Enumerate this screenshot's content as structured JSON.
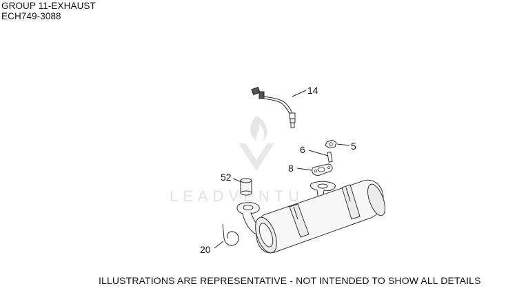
{
  "header": {
    "group_title": "GROUP 11-EXHAUST",
    "model_code": "ECH749-3088"
  },
  "watermark": {
    "brand_text": "LEADVENTU"
  },
  "callouts": {
    "c14": "14",
    "c5": "5",
    "c6": "6",
    "c8": "8",
    "c52": "52",
    "c20": "20"
  },
  "footer": {
    "disclaimer": "ILLUSTRATIONS ARE REPRESENTATIVE - NOT INTENDED TO SHOW ALL DETAILS"
  }
}
